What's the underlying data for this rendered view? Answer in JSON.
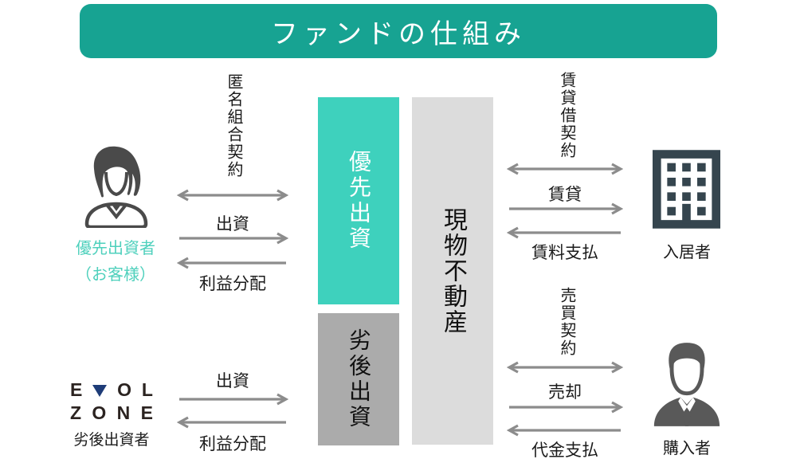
{
  "title": "ファンドの仕組み",
  "colors": {
    "banner": "#17a392",
    "priority": "#3ed1bd",
    "realestate": "#dcdcdc",
    "subordinate": "#ababab",
    "arrow": "#8c8c8c",
    "tealtext": "#4ed0bc",
    "building": "#35454e",
    "woman": "#4a4a4a",
    "man": "#595959",
    "logoblue": "#1e3c78",
    "logoink": "#2b2320"
  },
  "actors": {
    "priority_investor": {
      "icon": "woman-icon",
      "line1": "優先出資者",
      "line2": "（お客様）"
    },
    "subordinated_investor": {
      "icon": "evol-zone-logo",
      "logo_line1": [
        "E",
        "V",
        "O",
        "L"
      ],
      "logo_line2": [
        "Z",
        "O",
        "N",
        "E"
      ],
      "label": "劣後出資者"
    },
    "tenant": {
      "icon": "building-icon",
      "label": "入居者"
    },
    "purchaser": {
      "icon": "businessman-icon",
      "label": "購入者"
    }
  },
  "boxes": {
    "priority": "優先出資",
    "subordinated": "劣後出資",
    "real_estate": "現物不動産"
  },
  "flows": {
    "priority_top": {
      "contract": "匿名組合契約",
      "out": "出資",
      "back": "利益分配"
    },
    "subordinated_bottom": {
      "out": "出資",
      "back": "利益分配"
    },
    "tenant_top": {
      "contract": "賃貸借契約",
      "out": "賃貸",
      "back": "賃料支払"
    },
    "purchaser_bottom": {
      "contract": "売買契約",
      "out": "売却",
      "back": "代金支払"
    }
  }
}
